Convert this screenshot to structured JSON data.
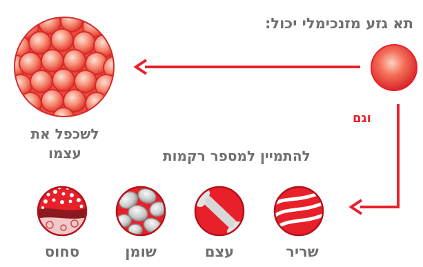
{
  "title": "תא גזע מזנכימלי יכול:",
  "also": "וגם",
  "self_renew": "לשכפל את עצמו",
  "differentiate": "להתמיין למספר רקמות",
  "tissues": [
    "שריר",
    "עצם",
    "שומן",
    "סחוס"
  ],
  "colors": {
    "red": "#e8202a",
    "text": "#6f6f6f"
  },
  "icons": [
    "stem-cell-icon",
    "cell-cluster-icon",
    "muscle-icon",
    "bone-icon",
    "fat-icon",
    "cartilage-icon"
  ]
}
